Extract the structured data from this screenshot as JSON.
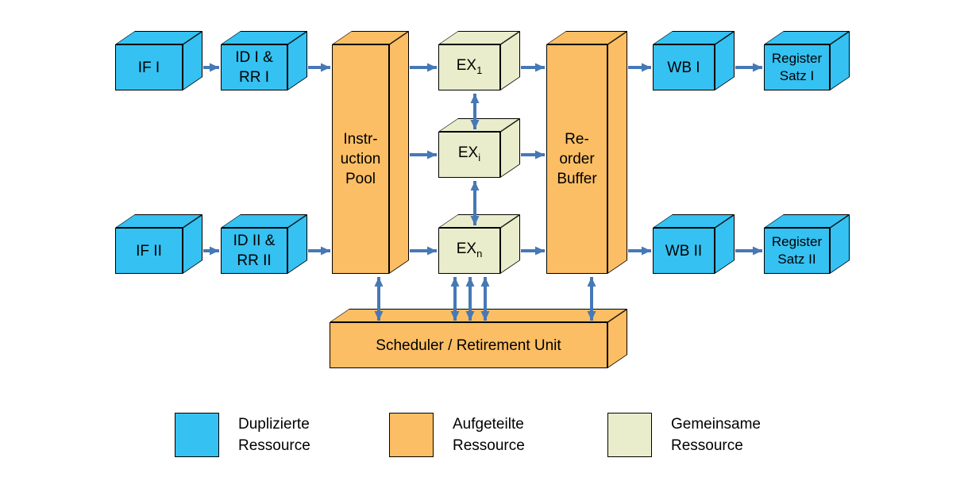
{
  "diagram": {
    "boxes": {
      "if1": {
        "label": "IF I"
      },
      "idrr1": {
        "label": "ID I &\nRR I"
      },
      "if2": {
        "label": "IF II"
      },
      "idrr2": {
        "label": "ID II &\nRR II"
      },
      "pool": {
        "label": "Instr-\nuction\nPool"
      },
      "ex1": {
        "base": "EX",
        "sub": "1"
      },
      "exi": {
        "base": "EX",
        "sub": "i"
      },
      "exn": {
        "base": "EX",
        "sub": "n"
      },
      "reorder": {
        "label": "Re-\norder\nBuffer"
      },
      "wb1": {
        "label": "WB I"
      },
      "wb2": {
        "label": "WB II"
      },
      "reg1": {
        "label": "Register\nSatz I"
      },
      "reg2": {
        "label": "Register\nSatz II"
      },
      "scheduler": {
        "label": "Scheduler / Retirement Unit"
      }
    },
    "legend": [
      {
        "label": "Duplizierte\nRessource",
        "color": "#35C1F1"
      },
      {
        "label": "Aufgeteilte\nRessource",
        "color": "#FCBE64"
      },
      {
        "label": "Gemeinsame\nRessource",
        "color": "#E9EDCB"
      }
    ],
    "colors": {
      "duplicated_resource": "#35C1F1",
      "split_resource": "#FCBE64",
      "shared_resource": "#E9EDCB",
      "arrow": "#4778B6",
      "outline": "#000000"
    }
  }
}
